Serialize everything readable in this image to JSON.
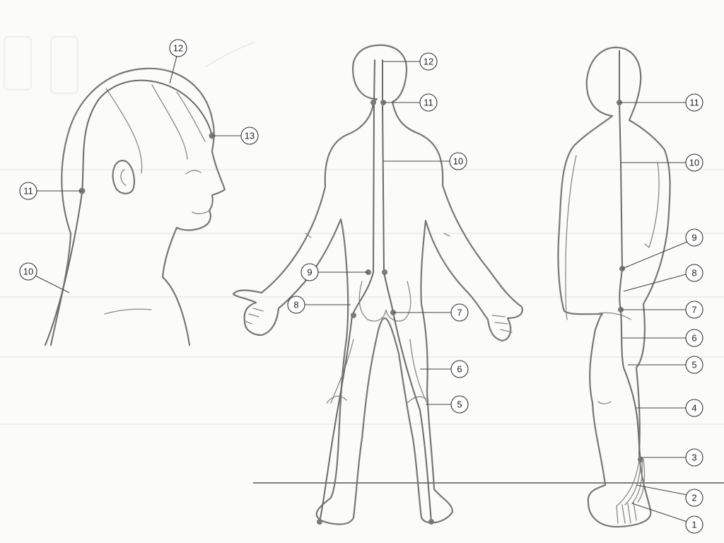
{
  "colors": {
    "background": "#fbfbfa",
    "outline": "#777777",
    "meridian": "#6a6a6a",
    "acupoint": "#7a7a7a"
  },
  "views": [
    {
      "id": "head-side",
      "labels": [
        {
          "text": "12"
        },
        {
          "text": "13"
        },
        {
          "text": "11"
        },
        {
          "text": "10"
        }
      ]
    },
    {
      "id": "back",
      "labels": [
        {
          "text": "12"
        },
        {
          "text": "11"
        },
        {
          "text": "10"
        },
        {
          "text": "9"
        },
        {
          "text": "8"
        },
        {
          "text": "7"
        },
        {
          "text": "6"
        },
        {
          "text": "5"
        }
      ]
    },
    {
      "id": "side",
      "labels": [
        {
          "text": "11"
        },
        {
          "text": "10"
        },
        {
          "text": "9"
        },
        {
          "text": "8"
        },
        {
          "text": "7"
        },
        {
          "text": "6"
        },
        {
          "text": "5"
        },
        {
          "text": "4"
        },
        {
          "text": "3"
        },
        {
          "text": "2"
        },
        {
          "text": "1"
        }
      ]
    }
  ]
}
